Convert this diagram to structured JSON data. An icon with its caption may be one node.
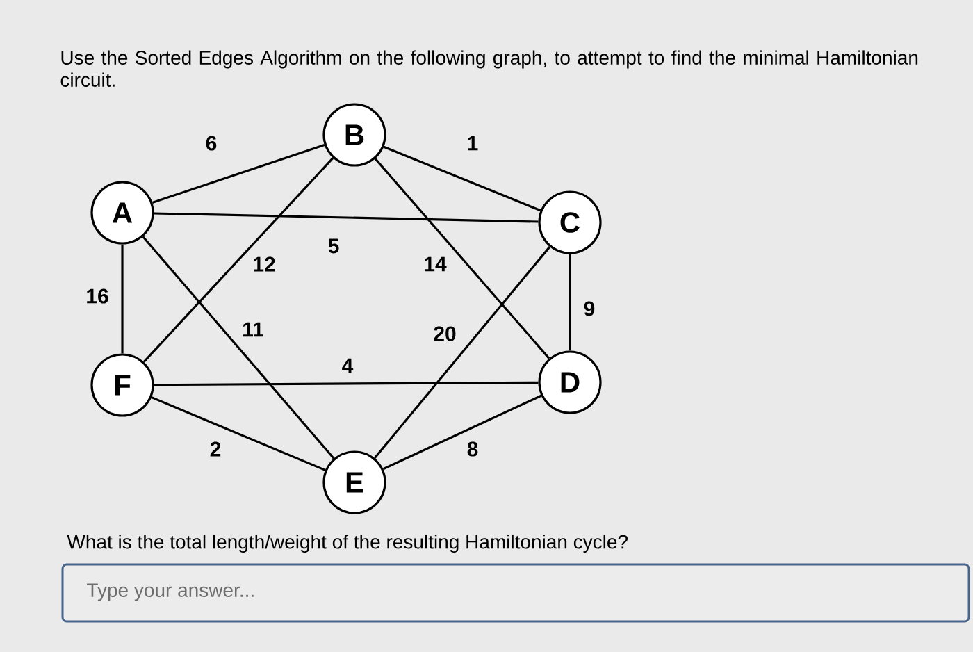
{
  "diagram": {
    "title": "Use the Sorted Edges Algorithm on the following graph, to attempt to find the minimal Hamiltonian circuit.",
    "nodes": [
      {
        "text": [
          "A"
        ]
      },
      {
        "text": [
          "B"
        ]
      },
      {
        "text": [
          "C"
        ]
      },
      {
        "text": [
          "D"
        ]
      },
      {
        "text": [
          "E"
        ]
      },
      {
        "text": [
          "F"
        ]
      }
    ],
    "edges": [
      {
        "from": 0,
        "to": 1,
        "arrow": "none",
        "label": "6"
      },
      {
        "from": 1,
        "to": 2,
        "arrow": "none",
        "label": "1"
      },
      {
        "from": 0,
        "to": 2,
        "arrow": "none",
        "label": "5"
      },
      {
        "from": 0,
        "to": 5,
        "arrow": "none",
        "label": "16"
      },
      {
        "from": 1,
        "to": 5,
        "arrow": "none",
        "label": "12"
      },
      {
        "from": 0,
        "to": 4,
        "arrow": "none",
        "label": "11"
      },
      {
        "from": 1,
        "to": 3,
        "arrow": "none",
        "label": "14"
      },
      {
        "from": 2,
        "to": 4,
        "arrow": "none",
        "label": "20"
      },
      {
        "from": 2,
        "to": 3,
        "arrow": "none",
        "label": "9"
      },
      {
        "from": 5,
        "to": 3,
        "arrow": "none",
        "label": "4"
      },
      {
        "from": 5,
        "to": 4,
        "arrow": "none",
        "label": "2"
      },
      {
        "from": 4,
        "to": 3,
        "arrow": "none",
        "label": "8"
      }
    ],
    "labels": [
      "What is the total length/weight of the resulting Hamiltonian cycle?",
      "Type your answer..."
    ]
  }
}
